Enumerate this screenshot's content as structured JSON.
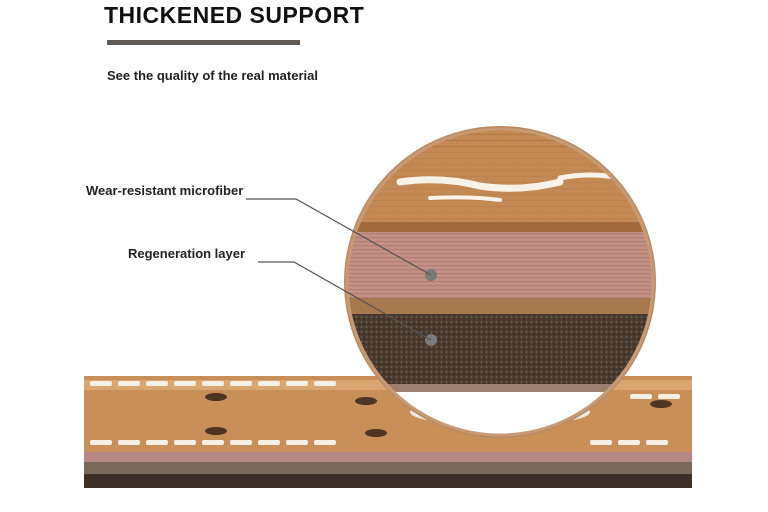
{
  "header": {
    "title": "THICKENED SUPPORT",
    "subtitle": "See the quality of the real material",
    "accent_bar_color": "#5f5a55"
  },
  "callouts": [
    {
      "label": "Wear-resistant microfiber"
    },
    {
      "label": "Regeneration layer"
    }
  ],
  "illustration": {
    "description_icon": "belt-cross-section-magnifier-icon",
    "colors": {
      "microfiber": "#c48a55",
      "regeneration": "#c39086",
      "backing": "#4a3b30",
      "stitch": "#f4efe6",
      "ring": "#b98a63"
    }
  }
}
